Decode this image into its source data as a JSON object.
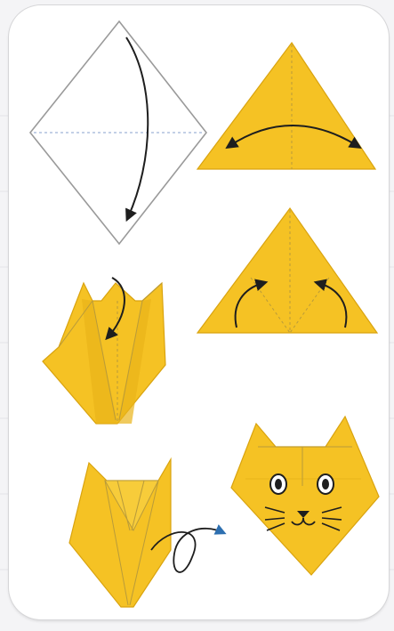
{
  "colors": {
    "paper_yellow": "#f5c224",
    "paper_edge": "#d9a30f",
    "fold_line": "#b99b3a",
    "sheet_outline": "#9a9a9a",
    "arrow": "#1e1e1e",
    "accent_arrow": "#2d6fb0",
    "card_background": "#ffffff",
    "page_background": "#f4f4f6"
  },
  "steps": [
    {
      "name": "step-1",
      "shape": "square-sheet",
      "arrow": "fold-top-down"
    },
    {
      "name": "step-2",
      "shape": "triangle",
      "arrow": "crease-side-to-side"
    },
    {
      "name": "step-3",
      "shape": "triangle-with-creases",
      "arrow": "fold-corners-up"
    },
    {
      "name": "step-4",
      "shape": "ears-up",
      "arrow": "fold-top-tip-down"
    },
    {
      "name": "step-5",
      "shape": "head-with-flap",
      "arrow": "turn-over"
    },
    {
      "name": "step-6",
      "shape": "cat-face",
      "arrow": "none"
    }
  ]
}
